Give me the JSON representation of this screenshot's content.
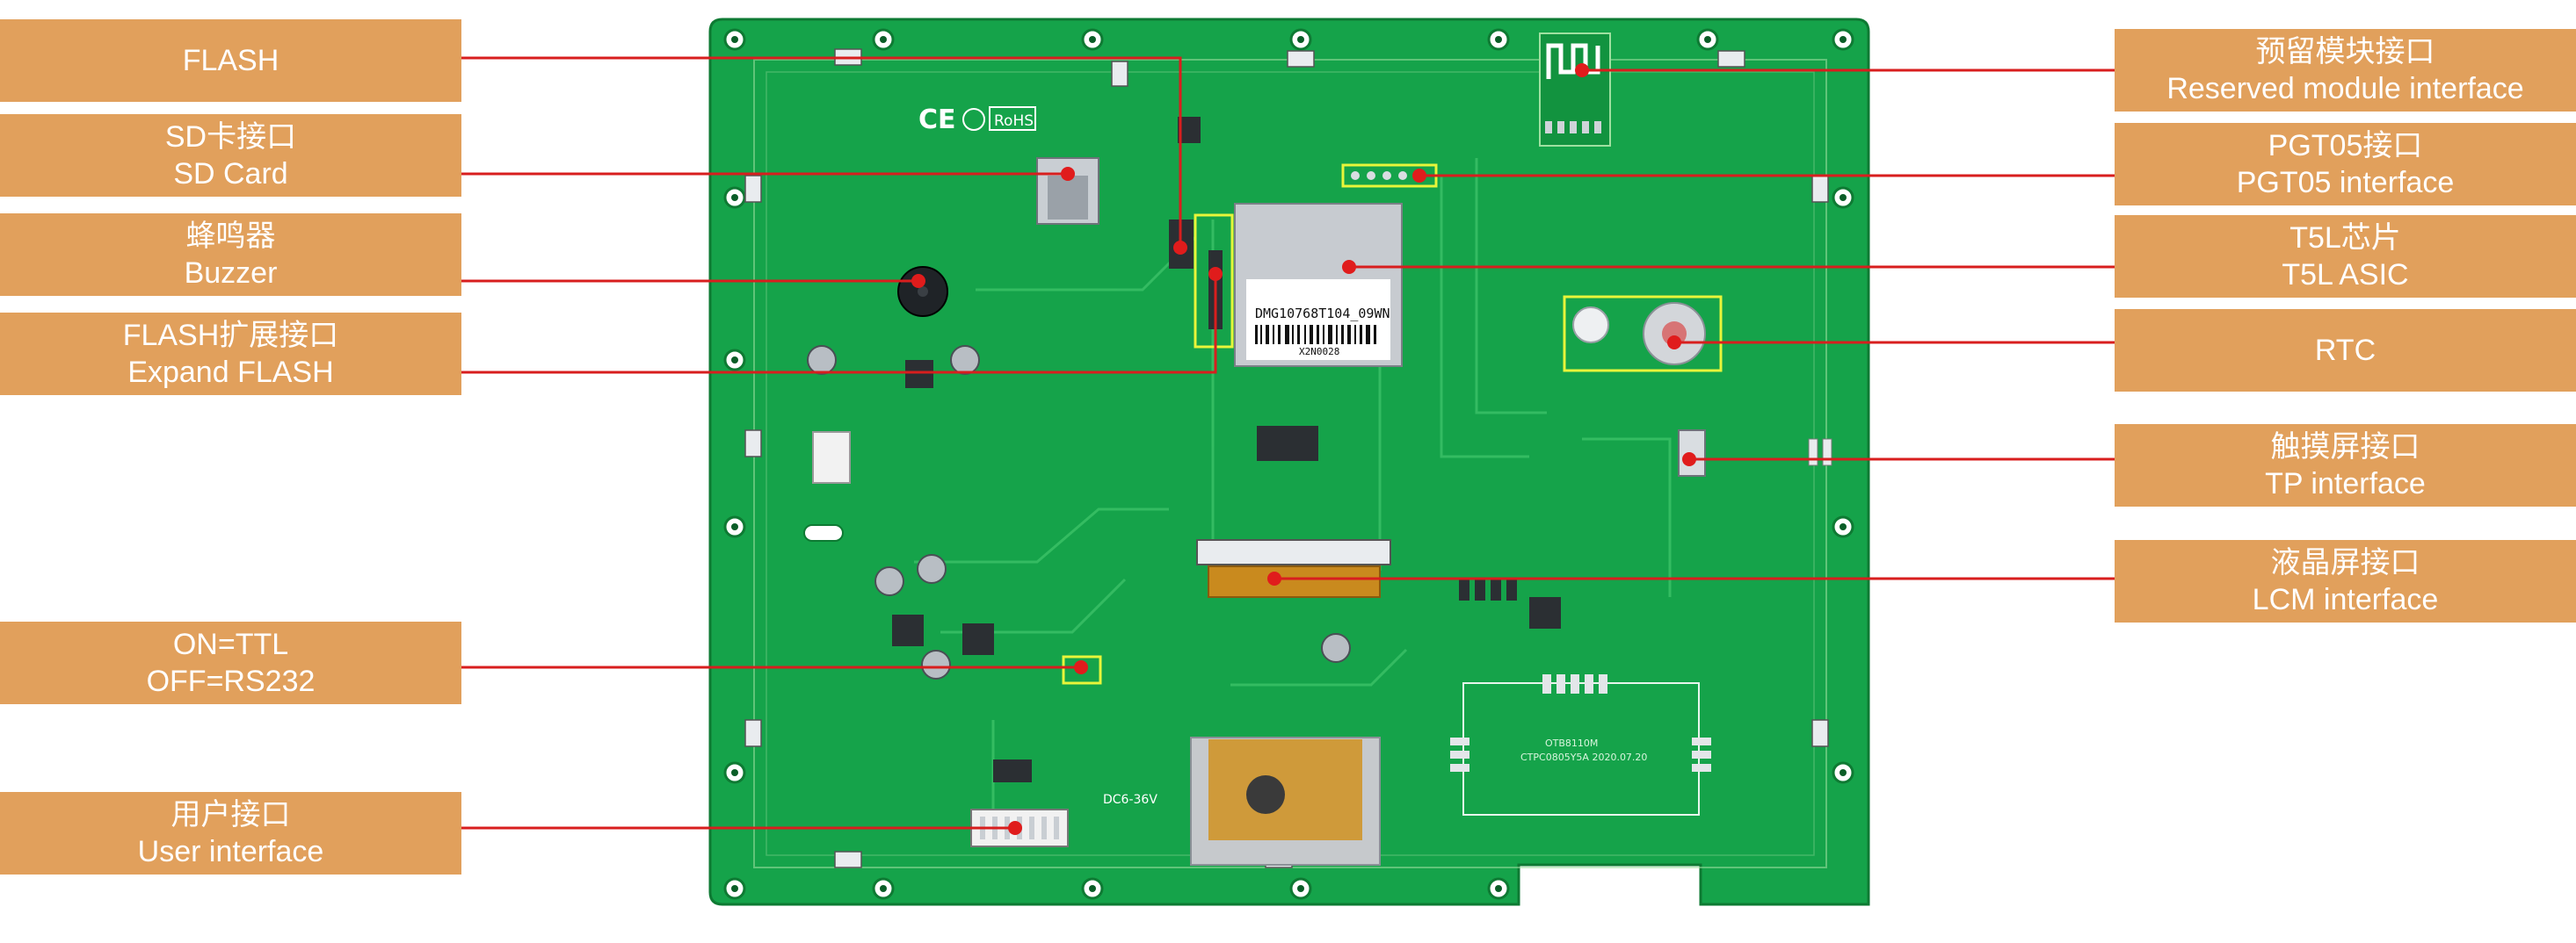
{
  "board": {
    "marks": [
      "CE",
      "RoHS"
    ],
    "chip_label": "DMG10768T104_09WN",
    "chip_sub": "X2N0028",
    "bottom_label": "DC6-36V",
    "panel_text_1": "OTB8110M",
    "panel_text_2": "CTPC0805Y5A 2020.07.20"
  },
  "callouts_left": [
    {
      "id": "flash",
      "lines": [
        "FLASH"
      ]
    },
    {
      "id": "sdcard",
      "lines": [
        "SD卡接口",
        "SD Card"
      ]
    },
    {
      "id": "buzzer",
      "lines": [
        "蜂鸣器",
        "Buzzer"
      ]
    },
    {
      "id": "expand-flash",
      "lines": [
        "FLASH扩展接口",
        "Expand FLASH"
      ]
    },
    {
      "id": "ttl-switch",
      "lines": [
        "ON=TTL",
        "OFF=RS232"
      ]
    },
    {
      "id": "user-interface",
      "lines": [
        "用户接口",
        "User interface"
      ]
    }
  ],
  "callouts_right": [
    {
      "id": "reserved-module",
      "lines": [
        "预留模块接口",
        "Reserved module interface"
      ]
    },
    {
      "id": "pgt05",
      "lines": [
        "PGT05接口",
        "PGT05 interface"
      ]
    },
    {
      "id": "t5l",
      "lines": [
        "T5L芯片",
        "T5L ASIC"
      ]
    },
    {
      "id": "rtc",
      "lines": [
        "RTC"
      ]
    },
    {
      "id": "tp",
      "lines": [
        "触摸屏接口",
        "TP interface"
      ]
    },
    {
      "id": "lcm",
      "lines": [
        "液晶屏接口",
        "LCM interface"
      ]
    }
  ],
  "colors": {
    "board": "#15a34a",
    "board_dark": "#0f8a3c",
    "label": "#e1a05c",
    "line": "#d81e1e",
    "highlight": "#e8f53a"
  }
}
